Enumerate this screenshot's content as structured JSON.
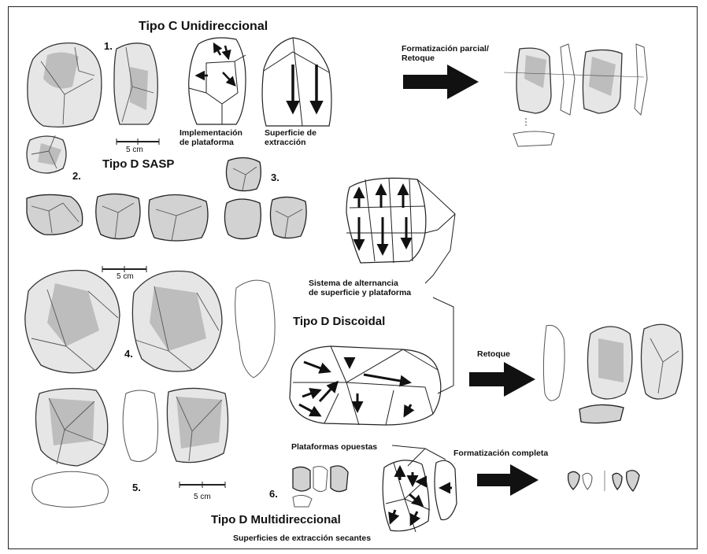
{
  "titles": {
    "tipo_c": "Tipo C Unidireccional",
    "tipo_d_sasp": "Tipo D SASP",
    "tipo_d_discoidal": "Tipo D Discoidal",
    "tipo_d_multi": "Tipo D Multidireccional"
  },
  "numbers": {
    "n1": "1.",
    "n2": "2.",
    "n3": "3.",
    "n4": "4.",
    "n5": "5.",
    "n6": "6."
  },
  "captions": {
    "implementacion_1": "Implementación",
    "implementacion_2": "de plataforma",
    "superficie_1": "Superficie de",
    "superficie_2": "extracción",
    "formatizacion_parcial_1": "Formatización parcial/",
    "formatizacion_parcial_2": "Retoque",
    "sistema_1": "Sistema de alternancia",
    "sistema_2": "de superficie y plataforma",
    "retoque": "Retoque",
    "plataformas_opuestas": "Plataformas opuestas",
    "formatizacion_completa": "Formatización completa",
    "superficies_secantes": "Superficies de extracción secantes"
  },
  "scales": {
    "s1": "5 cm",
    "s2": "5 cm",
    "s3": "5 cm"
  }
}
